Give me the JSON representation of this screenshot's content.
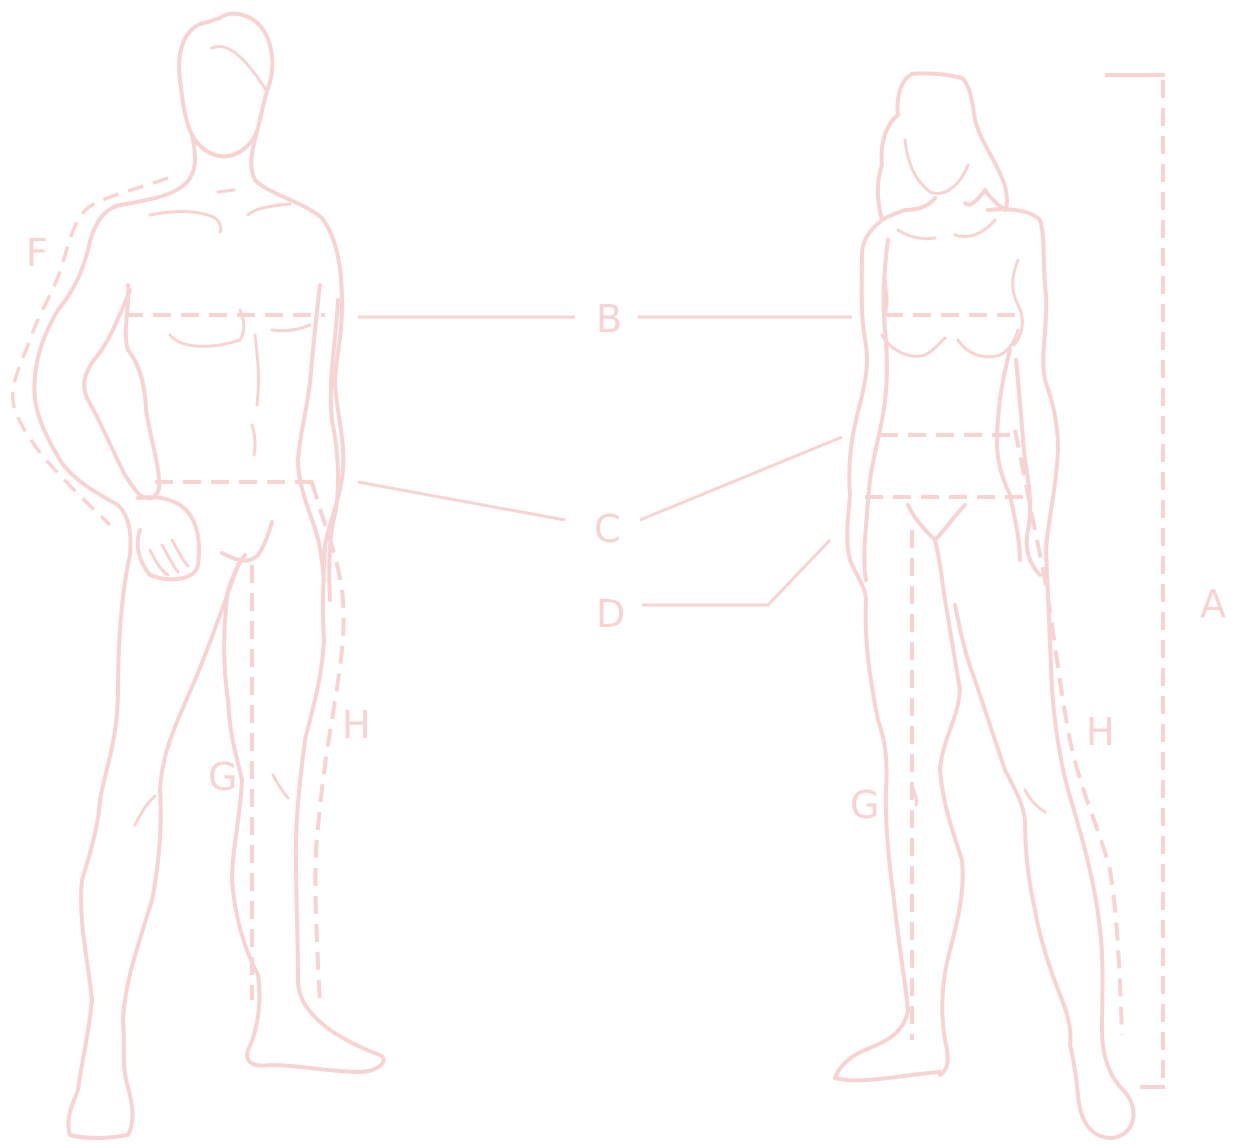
{
  "labels": {
    "A": "A",
    "B": "B",
    "C": "C",
    "D": "D",
    "F": "F",
    "G_male": "G",
    "H_male": "H",
    "G_female": "G",
    "H_female": "H"
  },
  "colors": {
    "stroke": "#f7d3d3",
    "background": "#ffffff"
  }
}
